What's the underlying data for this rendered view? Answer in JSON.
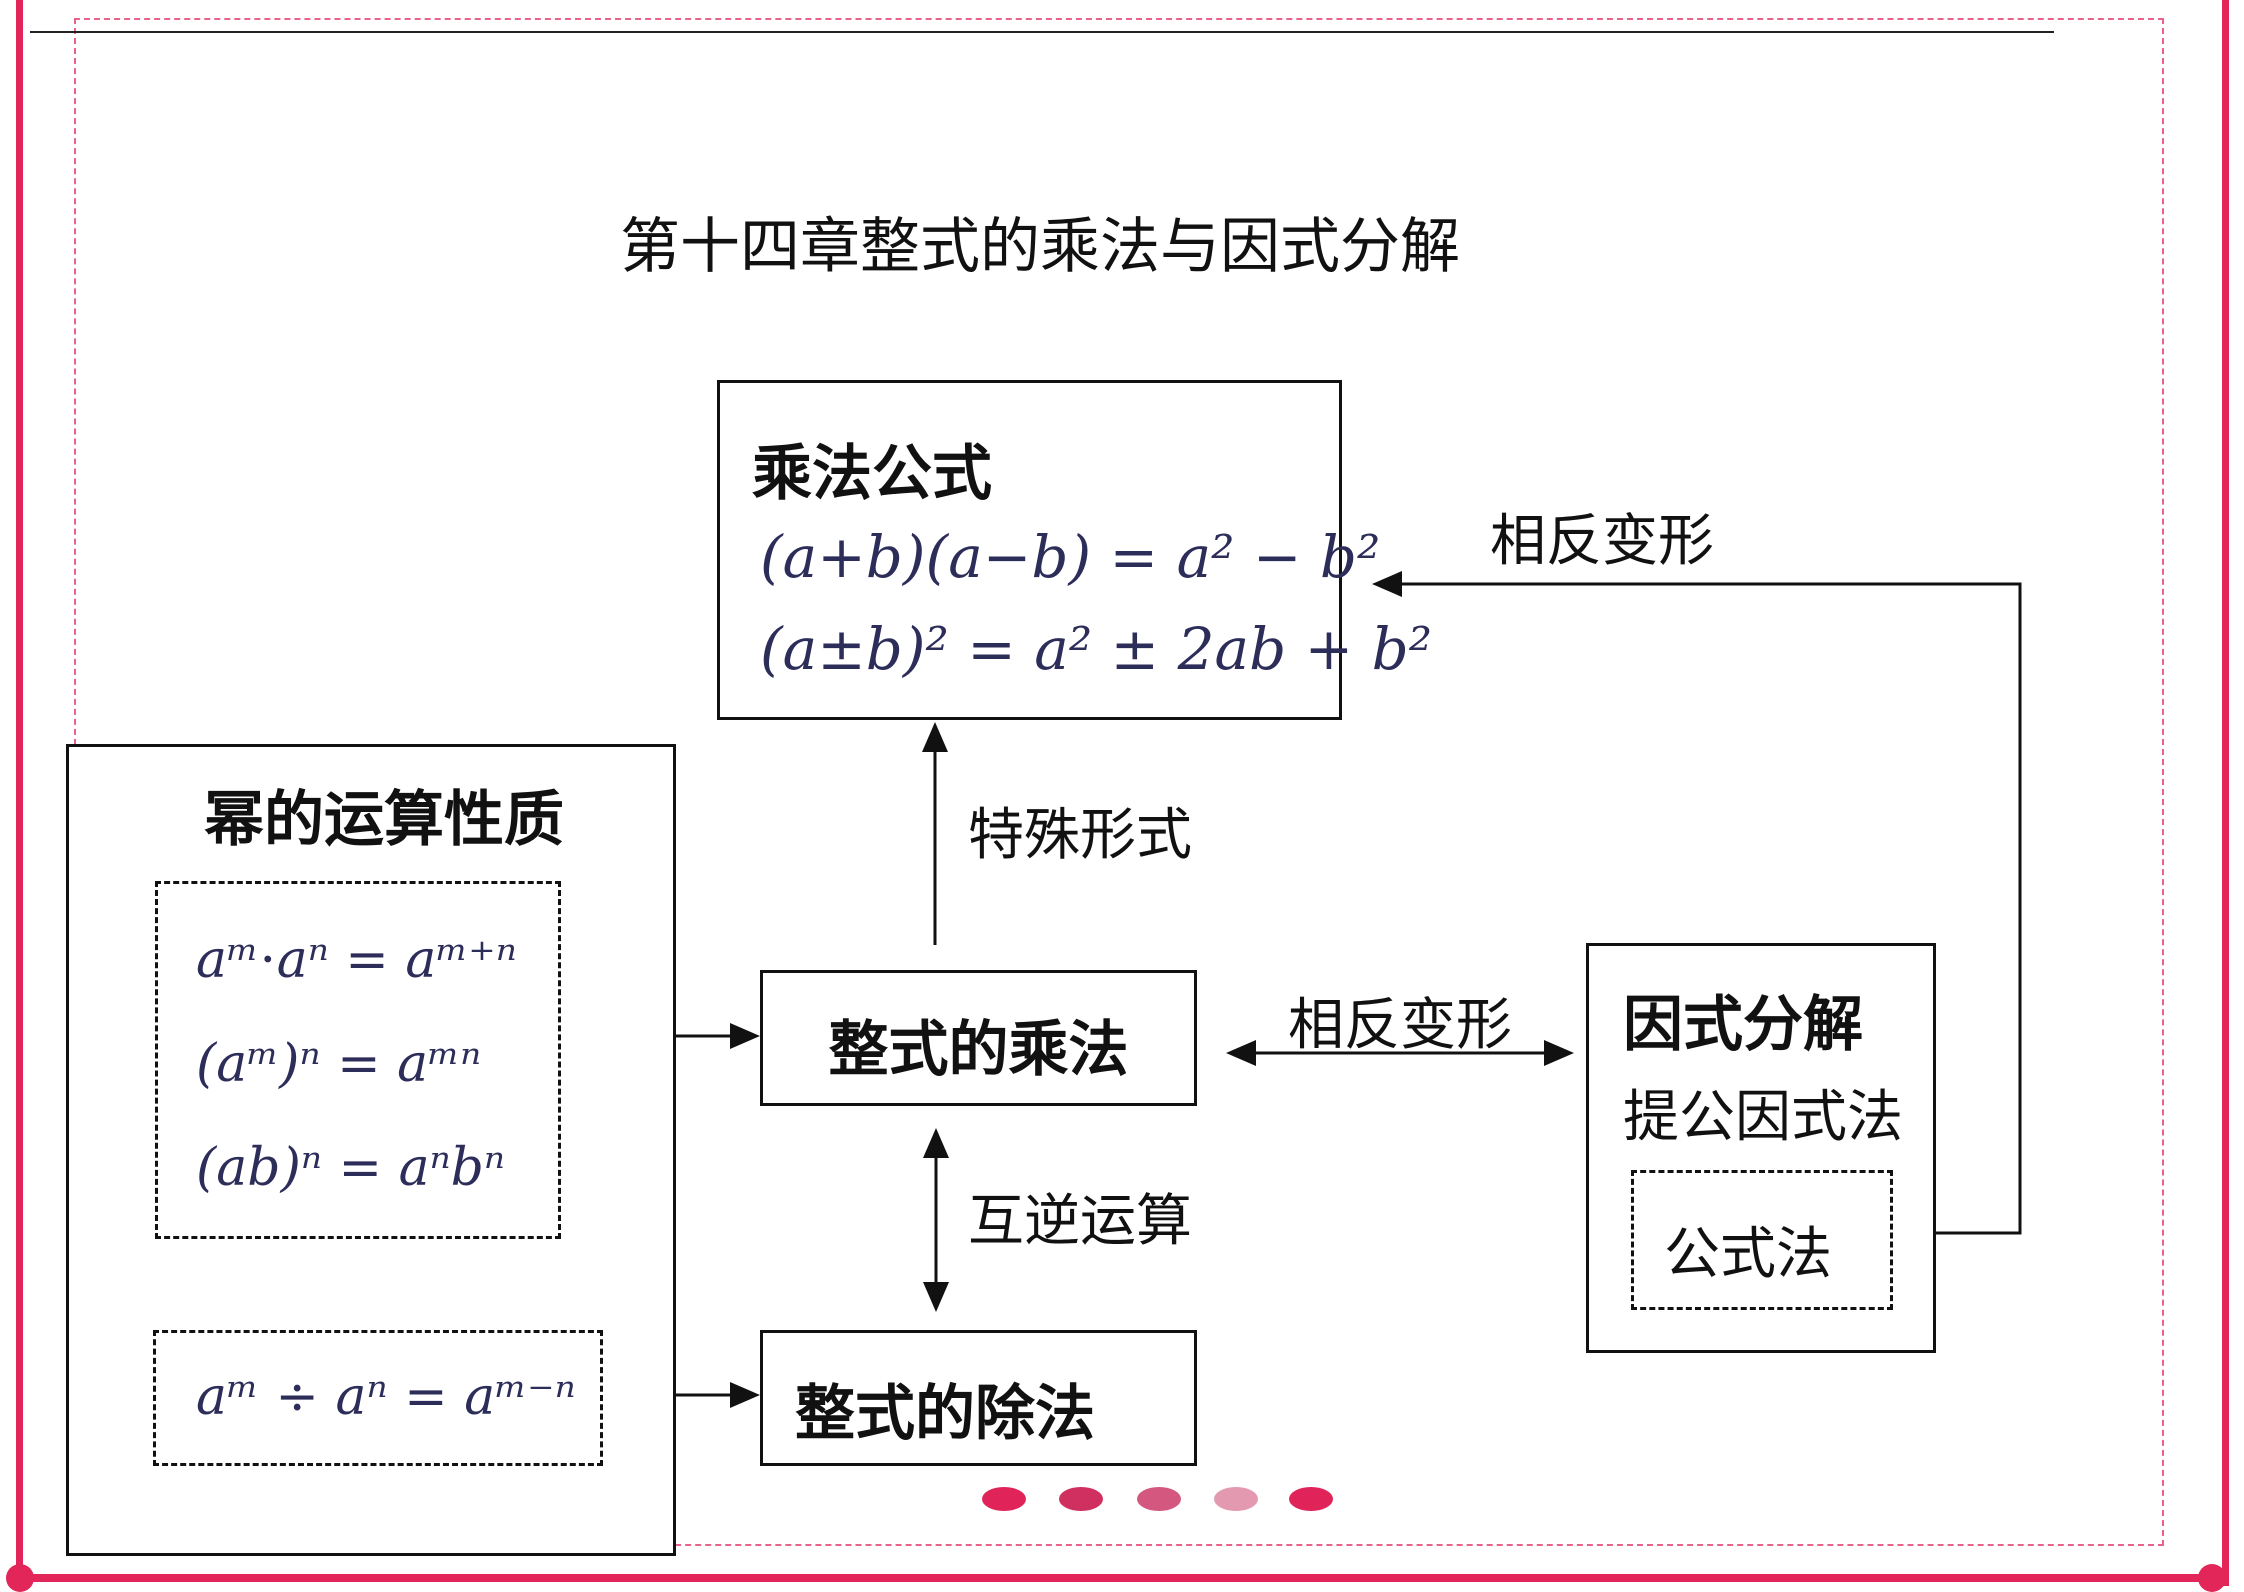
{
  "title": "第十四章整式的乘法与因式分解",
  "nodes": {
    "formula_box": {
      "heading": "乘法公式",
      "lines": [
        "(a+b)(a−b) = a² − b²",
        "(a±b)² = a² ± 2ab + b²"
      ]
    },
    "power_box": {
      "heading": "幂的运算性质",
      "lines": [
        "aᵐ⋅aⁿ = aᵐ⁺ⁿ",
        "(aᵐ)ⁿ = aᵐⁿ",
        "(ab)ⁿ = aⁿbⁿ"
      ],
      "division_line": "aᵐ ÷ aⁿ = aᵐ⁻ⁿ"
    },
    "multiplication": "整式的乘法",
    "division": "整式的除法",
    "factorization": {
      "heading": "因式分解",
      "method1": "提公因式法",
      "method2": "公式法"
    }
  },
  "edges": {
    "special_form": "特殊形式",
    "inverse_operation": "互逆运算",
    "reverse_transform_mid": "相反变形",
    "reverse_transform_top": "相反变形"
  },
  "nav_dots": [
    "#e0245a",
    "#cf3060",
    "#d4577f",
    "#e39ab1",
    "#e0245a"
  ]
}
